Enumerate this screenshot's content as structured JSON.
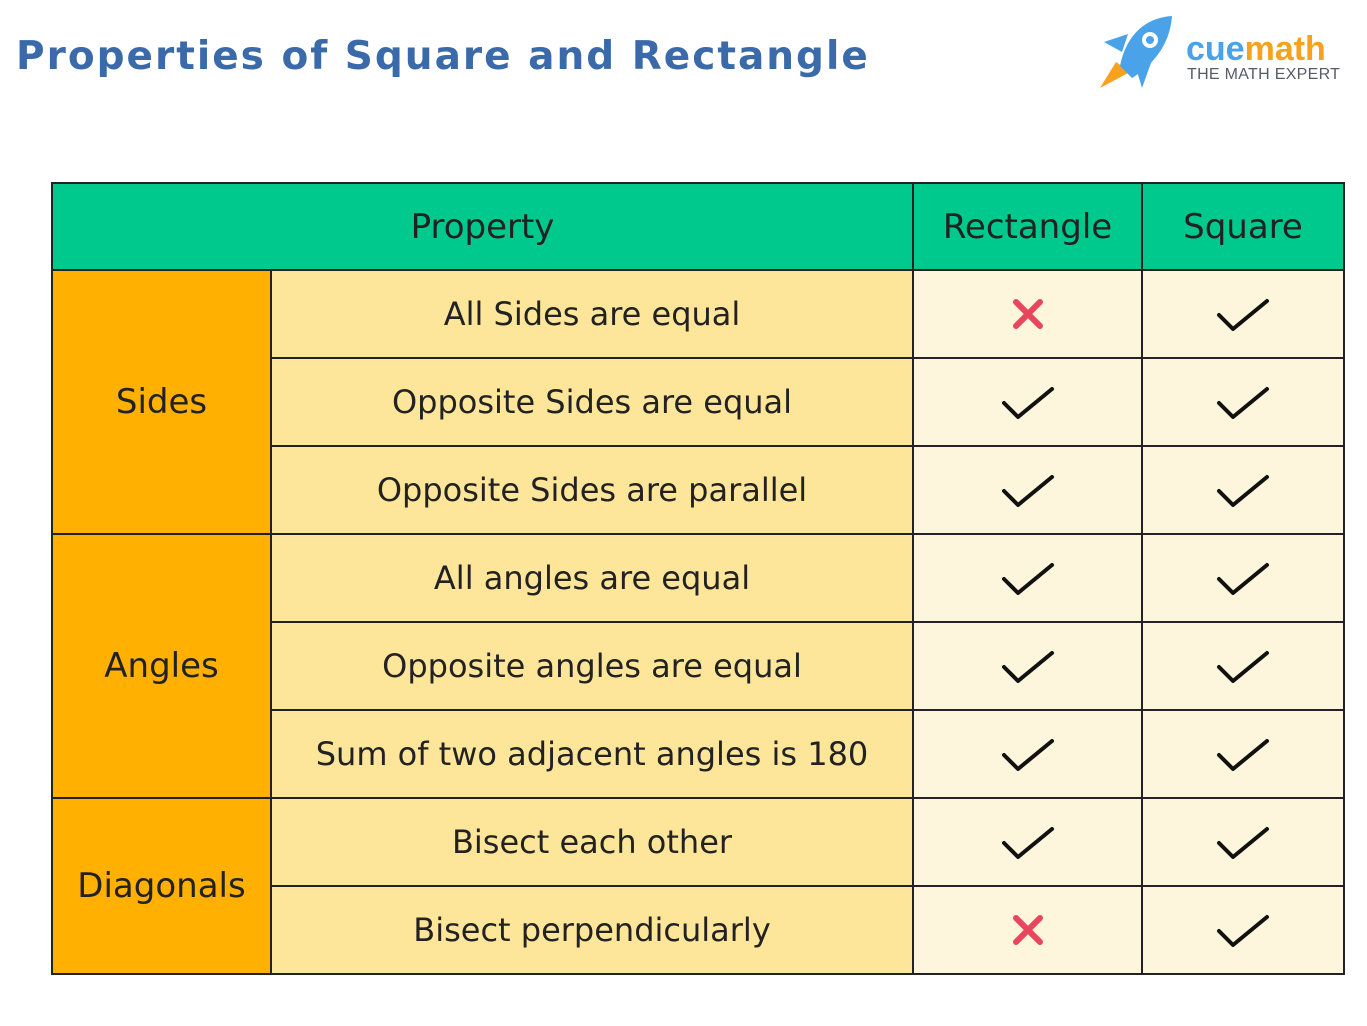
{
  "header": {
    "title": "Properties of Square and Rectangle"
  },
  "logo": {
    "name_part1": "cue",
    "name_part2": "math",
    "tagline": "THE MATH EXPERT"
  },
  "colors": {
    "title": "#3a6aaa",
    "header_bg": "#00c98d",
    "group_bg": "#ffb001",
    "property_bg": "#fde69a",
    "mark_bg": "#fef6dc",
    "cross": "#e8455e",
    "check": "#111111"
  },
  "table": {
    "columns": [
      "Property",
      "Rectangle",
      "Square"
    ],
    "groups": [
      "Sides",
      "Angles",
      "Diagonals"
    ],
    "rows": [
      {
        "property": "All Sides are equal",
        "rectangle": "cross-icon",
        "square": "check-icon"
      },
      {
        "property": "Opposite Sides are equal",
        "rectangle": "check-icon",
        "square": "check-icon"
      },
      {
        "property": "Opposite Sides are parallel",
        "rectangle": "check-icon",
        "square": "check-icon"
      },
      {
        "property": "All angles are equal",
        "rectangle": "check-icon",
        "square": "check-icon"
      },
      {
        "property": "Opposite angles are equal",
        "rectangle": "check-icon",
        "square": "check-icon"
      },
      {
        "property": "Sum of two adjacent angles is 180",
        "rectangle": "check-icon",
        "square": "check-icon"
      },
      {
        "property": "Bisect each other",
        "rectangle": "check-icon",
        "square": "check-icon"
      },
      {
        "property": "Bisect perpendicularly",
        "rectangle": "cross-icon",
        "square": "check-icon"
      }
    ]
  }
}
